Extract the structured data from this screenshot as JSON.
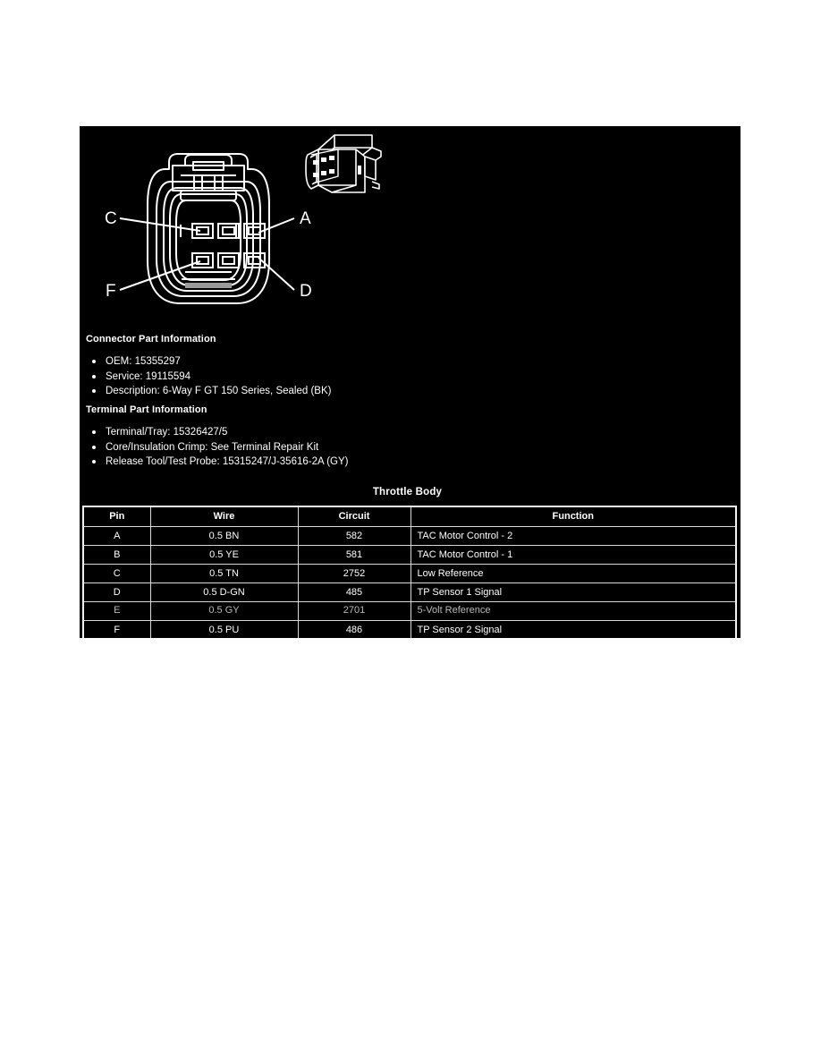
{
  "document": {
    "page_background": "#ffffff",
    "panel_background": "#000000",
    "text_color": "#ffffff"
  },
  "illustration": {
    "type": "connector-end-view",
    "alt": "6-Way F GT 150 Series sealed connector, terminal end view",
    "cavity_count": 6,
    "callouts": [
      {
        "label": "C",
        "position": "top-left",
        "points_to": "top-row-left-cavity"
      },
      {
        "label": "A",
        "position": "top-right",
        "points_to": "top-row-right-cavity"
      },
      {
        "label": "F",
        "position": "bottom-left",
        "points_to": "bottom-row-left-cavity"
      },
      {
        "label": "D",
        "position": "bottom-right",
        "points_to": "bottom-row-right-cavity"
      }
    ],
    "thumbnail_alt": "Isometric view of mated connector housing"
  },
  "connector_part_information": {
    "heading": "Connector Part Information",
    "items": [
      "OEM: 15355297",
      "Service: 19115594",
      "Description: 6-Way F GT 150 Series, Sealed (BK)"
    ]
  },
  "terminal_part_information": {
    "heading": "Terminal Part Information",
    "items": [
      "Terminal/Tray: 15326427/5",
      "Core/Insulation Crimp: See Terminal Repair Kit",
      "Release Tool/Test Probe: 15315247/J-35616-2A (GY)"
    ]
  },
  "pin_table": {
    "title": "Throttle Body",
    "columns": [
      "Pin",
      "Wire",
      "Circuit",
      "Function"
    ],
    "rows": [
      {
        "pin": "A",
        "wire": "0.5 BN",
        "circuit": "582",
        "function": "TAC Motor Control - 2"
      },
      {
        "pin": "B",
        "wire": "0.5 YE",
        "circuit": "581",
        "function": "TAC Motor Control - 1"
      },
      {
        "pin": "C",
        "wire": "0.5 TN",
        "circuit": "2752",
        "function": "Low Reference"
      },
      {
        "pin": "D",
        "wire": "0.5 D-GN",
        "circuit": "485",
        "function": "TP Sensor 1 Signal"
      },
      {
        "pin": "E",
        "wire": "0.5 GY",
        "circuit": "2701",
        "function": "5-Volt Reference"
      },
      {
        "pin": "F",
        "wire": "0.5 PU",
        "circuit": "486",
        "function": "TP Sensor 2 Signal"
      }
    ]
  }
}
